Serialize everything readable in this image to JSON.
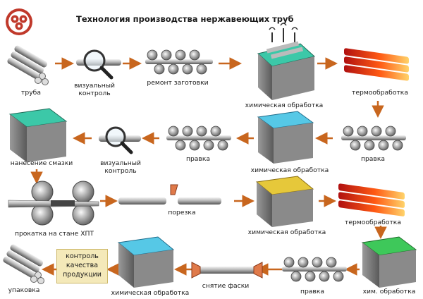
{
  "title": "Технология производства нержавеющих труб",
  "steps": {
    "s1": "труба",
    "s2": "визуальный контроль",
    "s3": "ремонт заготовки",
    "s4": "химическая обработка",
    "s5": "термообработка",
    "s6": "правка",
    "s7": "химическая обработка",
    "s8": "правка",
    "s9": "визуальный контроль",
    "s10": "нанесение смазки",
    "s11": "прокатка на стане ХПТ",
    "s12": "порезка",
    "s13": "химическая обработка",
    "s14": "термообработка",
    "s15": "хим. обработка",
    "s16": "правка",
    "s17": "снятие фаски",
    "s18": "химическая обработка",
    "s19": "контроль качества продукции",
    "s20": "упаковка"
  },
  "colors": {
    "arrow": "#c8661e",
    "quality_box": "#f4e9b9",
    "tank_blue": "#56c8e6",
    "tank_teal": "#3cc8a8",
    "tank_yellow": "#e6c83a",
    "tank_green": "#3ec85a",
    "logo": "#c0392b"
  },
  "icons": [
    "logo-icon",
    "pipe-bundle-icon",
    "magnifier-icon",
    "rollers-icon",
    "chemical-tank-icon",
    "heated-pipes-icon",
    "rolling-mill-icon",
    "cut-pipe-icon"
  ]
}
